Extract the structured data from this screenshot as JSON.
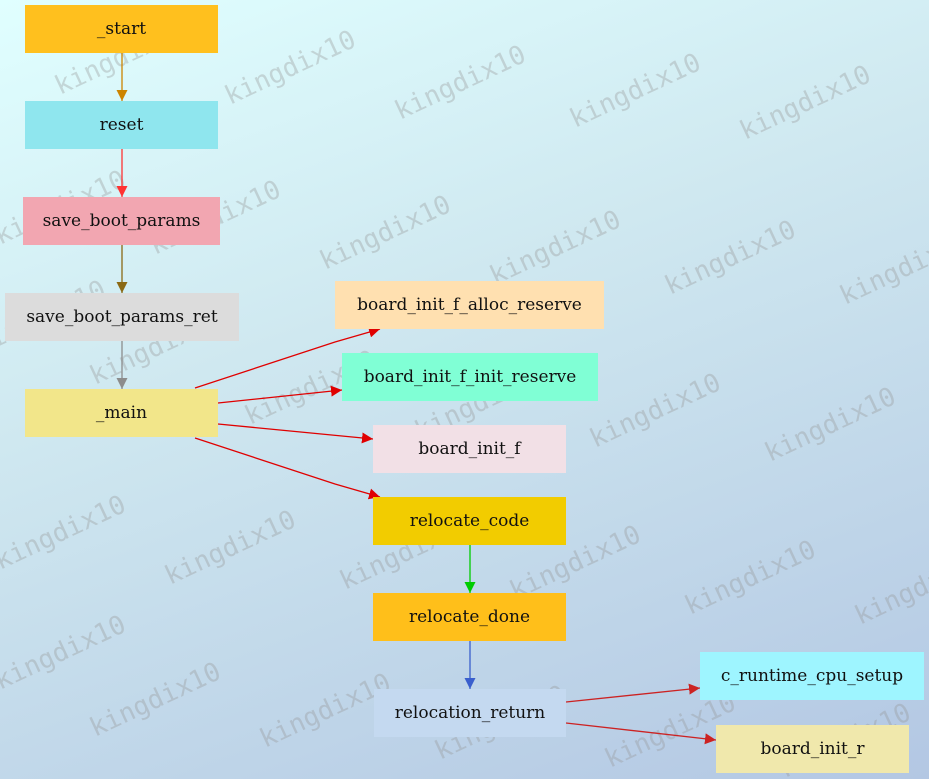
{
  "watermark_text": "kingdix10",
  "nodes": [
    {
      "id": "start",
      "label": "_start",
      "color": "#ffc01e"
    },
    {
      "id": "reset",
      "label": "reset",
      "color": "#8fe6ee"
    },
    {
      "id": "save_boot_params",
      "label": "save_boot_params",
      "color": "#f2a6b1"
    },
    {
      "id": "save_boot_params_ret",
      "label": "save_boot_params_ret",
      "color": "#dcdcdc"
    },
    {
      "id": "main",
      "label": "_main",
      "color": "#f2e68a"
    },
    {
      "id": "board_init_f_alloc_reserve",
      "label": "board_init_f_alloc_reserve",
      "color": "#ffe0b0"
    },
    {
      "id": "board_init_f_init_reserve",
      "label": "board_init_f_init_reserve",
      "color": "#80ffd5"
    },
    {
      "id": "board_init_f",
      "label": "board_init_f",
      "color": "#f2e0e6"
    },
    {
      "id": "relocate_code",
      "label": "relocate_code",
      "color": "#f2cc00"
    },
    {
      "id": "relocate_done",
      "label": "relocate_done",
      "color": "#ffbf1a"
    },
    {
      "id": "relocation_return",
      "label": "relocation_return",
      "color": "#c4d9f0"
    },
    {
      "id": "c_runtime_cpu_setup",
      "label": "c_runtime_cpu_setup",
      "color": "#9ef5ff"
    },
    {
      "id": "board_init_r",
      "label": "board_init_r",
      "color": "#f0e8ac"
    }
  ],
  "edges": [
    {
      "from": "start",
      "to": "reset",
      "color": "#cc8400"
    },
    {
      "from": "reset",
      "to": "save_boot_params",
      "color": "#ff3333"
    },
    {
      "from": "save_boot_params",
      "to": "save_boot_params_ret",
      "color": "#8b6914"
    },
    {
      "from": "save_boot_params_ret",
      "to": "main",
      "color": "#8c8c8c"
    },
    {
      "from": "main",
      "to": "board_init_f_alloc_reserve",
      "color": "#e00000"
    },
    {
      "from": "main",
      "to": "board_init_f_init_reserve",
      "color": "#e00000"
    },
    {
      "from": "main",
      "to": "board_init_f",
      "color": "#e00000"
    },
    {
      "from": "main",
      "to": "relocate_code",
      "color": "#e00000"
    },
    {
      "from": "relocate_code",
      "to": "relocate_done",
      "color": "#00cc00"
    },
    {
      "from": "relocate_done",
      "to": "relocation_return",
      "color": "#3a5fcd"
    },
    {
      "from": "relocation_return",
      "to": "c_runtime_cpu_setup",
      "color": "#cc2222"
    },
    {
      "from": "relocation_return",
      "to": "board_init_r",
      "color": "#cc2222"
    }
  ]
}
